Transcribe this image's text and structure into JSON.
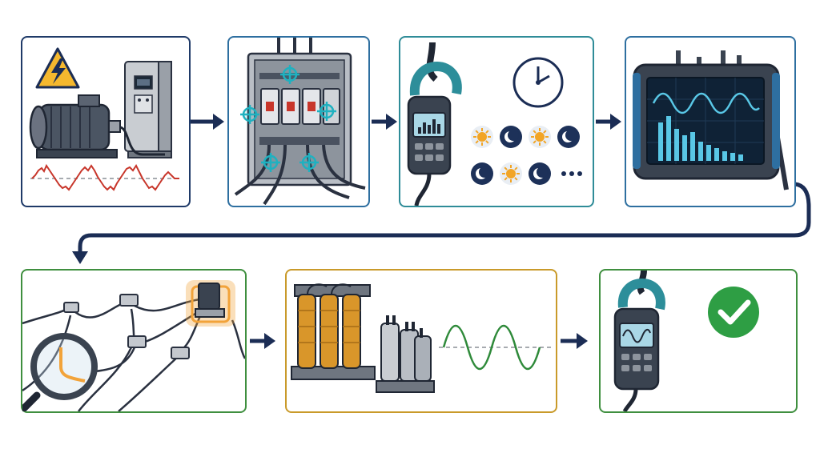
{
  "colors": {
    "navy": "#1b2d55",
    "panel_navy": "#1f3a68",
    "panel_teal": "#2f8c98",
    "panel_blue": "#2e6fa0",
    "panel_green": "#3f8f3f",
    "panel_gold": "#c99a2a",
    "warning_yellow": "#f5b82e",
    "waveform_red": "#c8362b",
    "waveform_green": "#2f8a3a",
    "clamp_teal": "#2d8e9a",
    "scope_screen": "#0f2236",
    "scope_trace": "#59c7e6",
    "check_green": "#2e9e44",
    "sun": "#f2a526",
    "moon_bg": "#1d3159",
    "highlight_orange": "#f2a33a"
  },
  "steps": [
    {
      "id": "motor-drive-distortion",
      "icons": [
        "warning-icon",
        "motor-icon",
        "drive-cabinet-icon",
        "distorted-waveform-icon"
      ]
    },
    {
      "id": "distribution-panel-test-points",
      "icons": [
        "electrical-panel-icon",
        "measurement-point-icon"
      ]
    },
    {
      "id": "clamp-meter-logging",
      "icons": [
        "clamp-meter-icon",
        "clock-icon",
        "sun-icon",
        "moon-icon",
        "ellipsis-icon"
      ]
    },
    {
      "id": "spectrum-analysis",
      "icons": [
        "oscilloscope-icon",
        "harmonic-spectrum-icon"
      ]
    },
    {
      "id": "source-tracing",
      "icons": [
        "magnifier-icon",
        "cable-network-icon",
        "highlighted-device-icon"
      ]
    },
    {
      "id": "filter-mitigation",
      "icons": [
        "reactor-icon",
        "capacitor-bank-icon",
        "clean-sine-icon"
      ]
    },
    {
      "id": "verification",
      "icons": [
        "clamp-meter-icon",
        "checkmark-icon"
      ]
    }
  ],
  "time_symbols_row1": [
    "sun",
    "moon",
    "sun",
    "moon"
  ],
  "time_symbols_row2": [
    "moon",
    "sun",
    "moon"
  ]
}
